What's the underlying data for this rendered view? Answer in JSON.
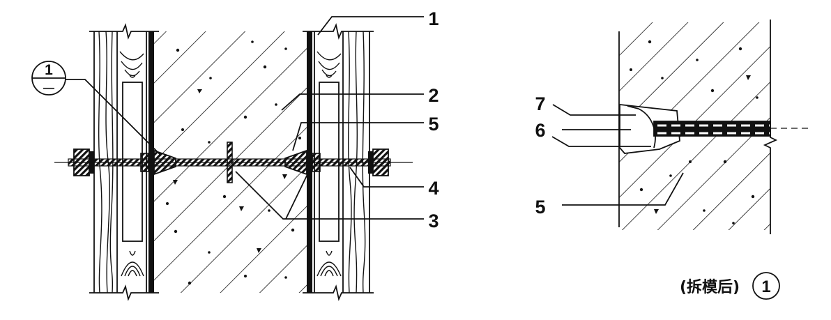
{
  "colors": {
    "ink": "#111111",
    "background": "#ffffff"
  },
  "left_detail": {
    "section_mark": {
      "number": "1",
      "sheet": "—"
    },
    "labels": {
      "l1": "1",
      "l2": "2",
      "l5": "5",
      "l4": "4",
      "l3": "3"
    }
  },
  "right_detail": {
    "labels": {
      "l7": "7",
      "l6": "6",
      "l5": "5"
    },
    "caption": "(拆模后)",
    "caption_mark": "1"
  }
}
